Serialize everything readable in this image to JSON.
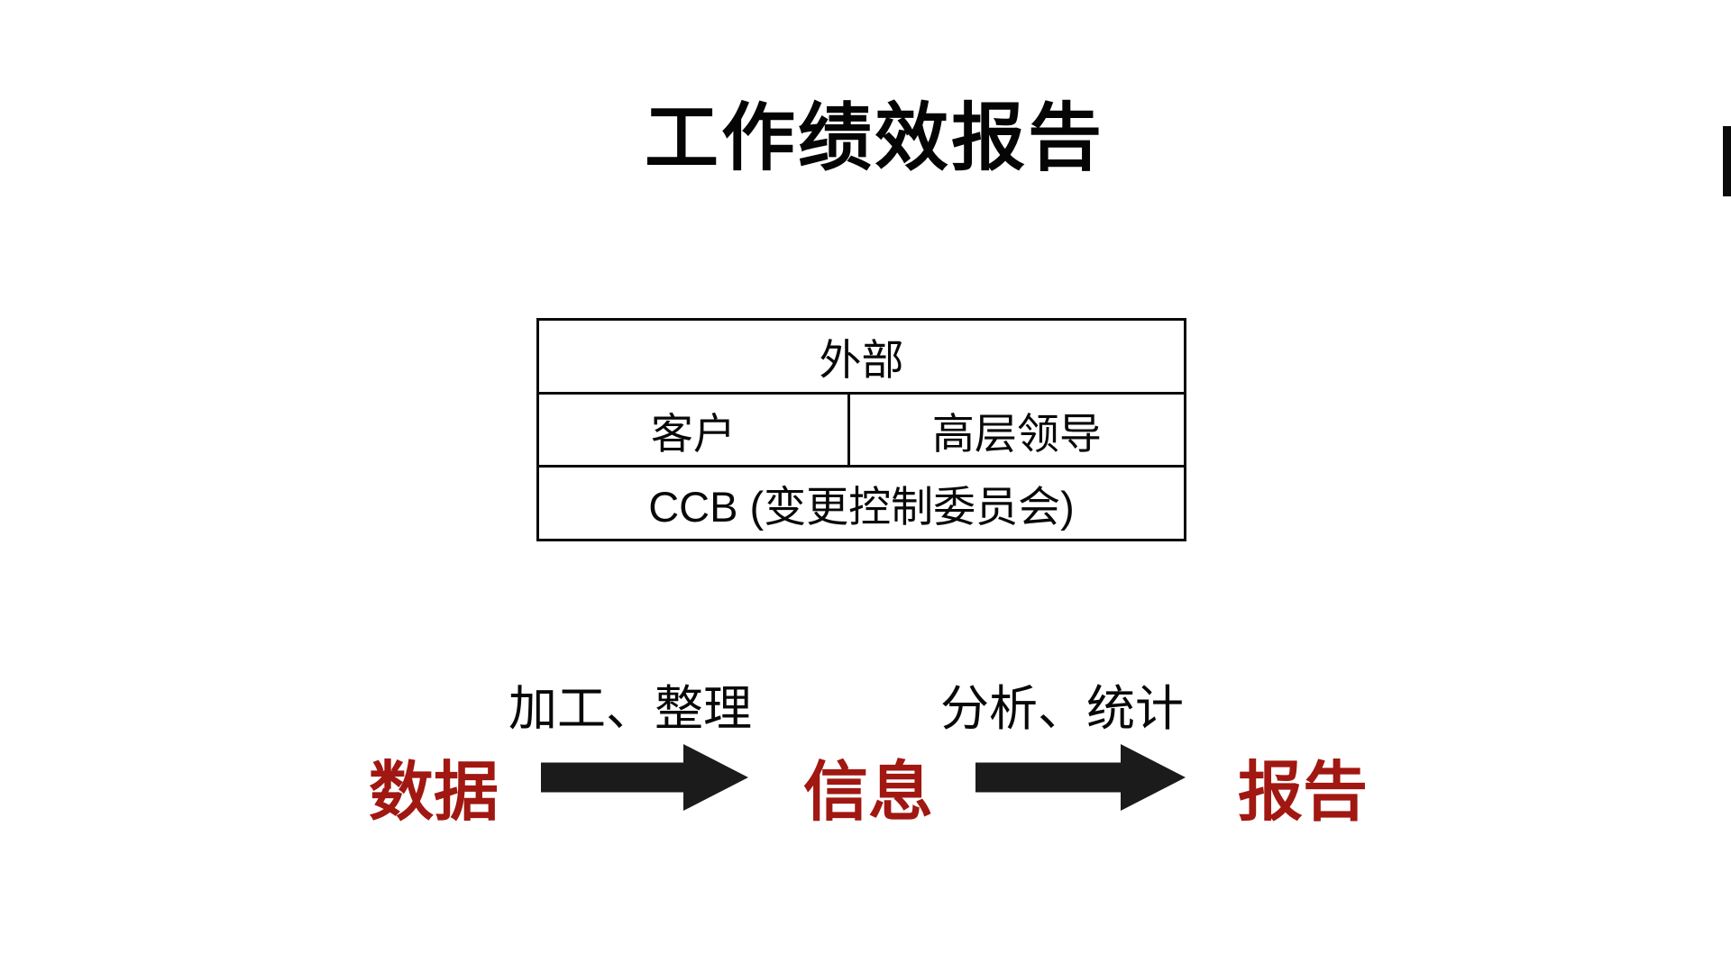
{
  "title": "工作绩效报告",
  "table": {
    "row1": "外部",
    "row2_left": "客户",
    "row2_right": "高层领导",
    "row3": "CCB (变更控制委员会)"
  },
  "flow": {
    "label1": "加工、整理",
    "label2": "分析、统计",
    "node1": "数据",
    "node2": "信息",
    "node3": "报告"
  },
  "colors": {
    "accent_red": "#A11711",
    "ink_black": "#1b1b1b"
  }
}
